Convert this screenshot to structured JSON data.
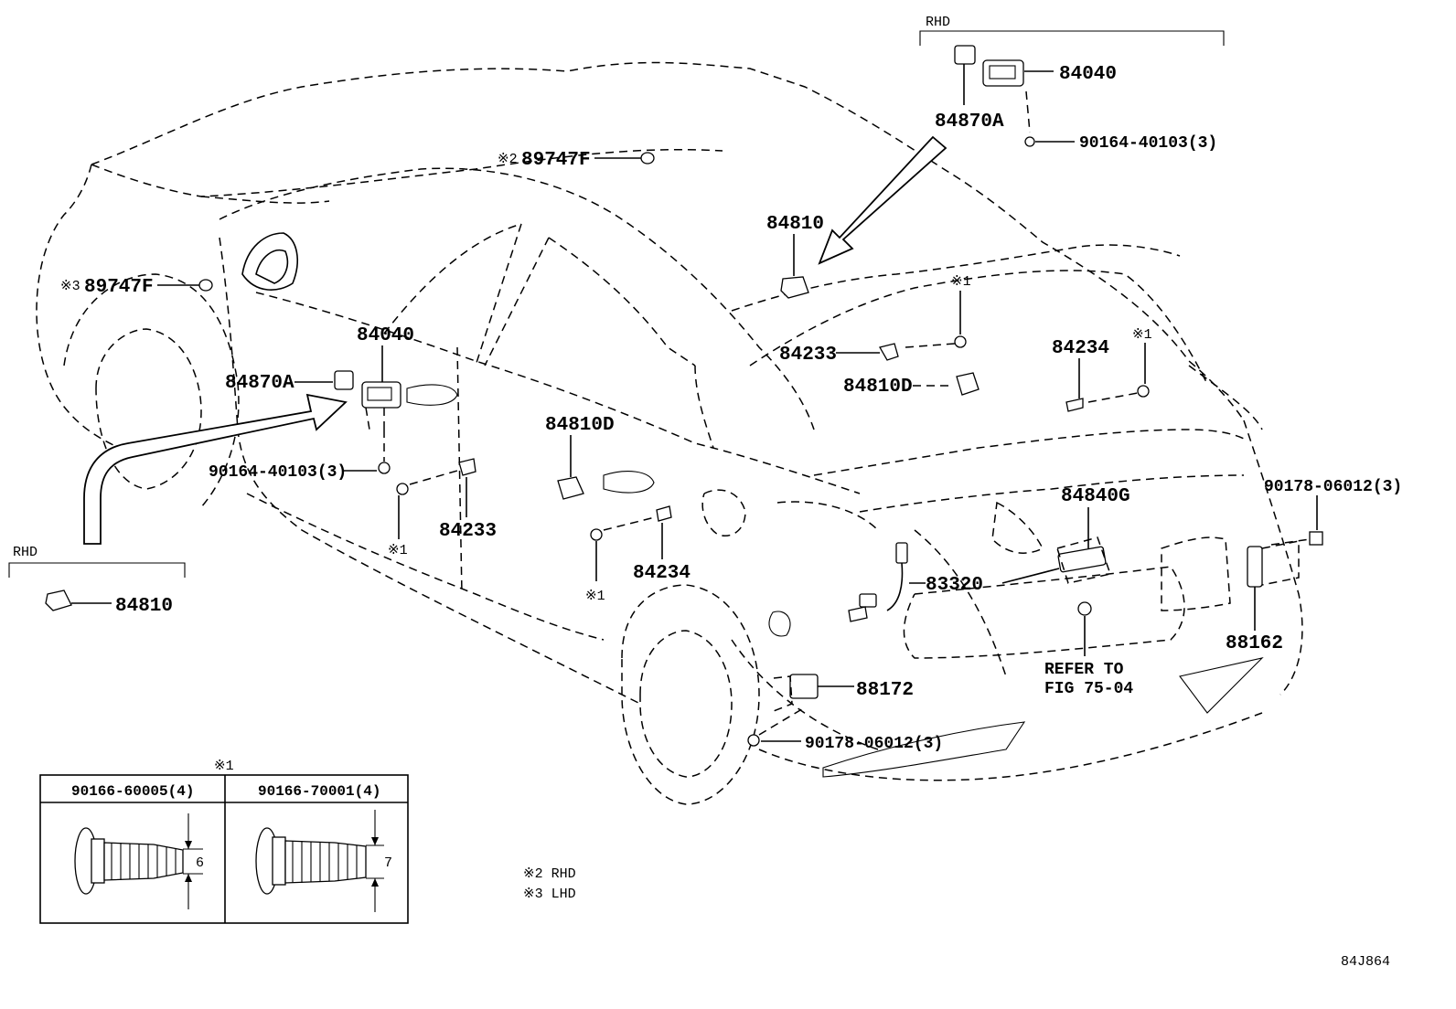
{
  "labels": {
    "rhd_top": "RHD",
    "p84040_top": "84040",
    "p84870A_top": "84870A",
    "p90164_top": "90164-40103(3)",
    "p89747F_a": "89747F",
    "mark2_a": "※2",
    "p89747F_b": "89747F",
    "mark3_b": "※3",
    "p84810_top": "84810",
    "mark1_a": "※1",
    "p84233_r": "84233",
    "p84810D_r": "84810D",
    "p84234_r": "84234",
    "mark1_b": "※1",
    "p84040_mid": "84040",
    "p84870A_mid": "84870A",
    "p90164_mid": "90164-40103(3)",
    "mark1_c": "※1",
    "p84233_mid": "84233",
    "p84810D_mid": "84810D",
    "p84234_mid": "84234",
    "mark1_d": "※1",
    "rhd_left": "RHD",
    "p84810_left": "84810",
    "p90178_r": "90178-06012(3)",
    "p84840G": "84840G",
    "p83320": "83320",
    "p88162": "88162",
    "refer1": "REFER TO",
    "refer2": "FIG 75-04",
    "p88172": "88172",
    "p90178_b": "90178-06012(3)",
    "legend2": "※2  RHD",
    "legend3": "※3  LHD",
    "fig_code": "84J864"
  },
  "detail_table": {
    "mark": "※1",
    "col1_header": "90166-60005(4)",
    "col1_dim": "6",
    "col2_header": "90166-70001(4)",
    "col2_dim": "7"
  }
}
